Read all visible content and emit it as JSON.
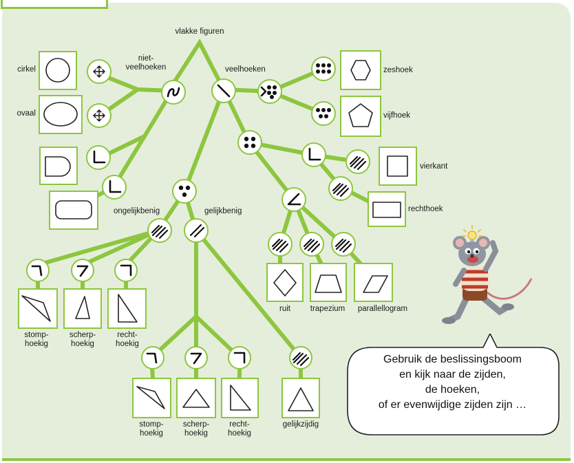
{
  "labels": {
    "root": "vlakke figuren",
    "niet_veelhoeken": "niet-\nveelhoeken",
    "veelhoeken": "veelhoeken",
    "cirkel": "cirkel",
    "ovaal": "ovaal",
    "zeshoek": "zeshoek",
    "vijfhoek": "vijfhoek",
    "vierkant": "vierkant",
    "rechthoek": "rechthoek",
    "ongelijkbenig": "ongelijkbenig",
    "gelijkbenig": "gelijkbenig",
    "ruit": "ruit",
    "trapezium": "trapezium",
    "parallellogram": "parallellogram",
    "stomp_1": "stomp-\nhoekig",
    "scherp_1": "scherp-\nhoekig",
    "recht_1": "recht-\nhoekig",
    "stomp_2": "stomp-\nhoekig",
    "scherp_2": "scherp-\nhoekig",
    "recht_2": "recht-\nhoekig",
    "gelijkzijdig": "gelijkzijdig"
  },
  "bubble": {
    "text": "Gebruik de beslissingsboom\nen kijk naar de zijden,\nde hoeken,\nof er evenwijdige zijden zijn …"
  },
  "colors": {
    "branch": "#8dc63f",
    "panel": "#e5eedb",
    "node_stroke": "#8dc63f",
    "box_stroke": "#8dc63f"
  },
  "icons": [
    "curve-icon",
    "straight-line-icon",
    "cross-arrows-icon",
    "dots-icon",
    "right-angle-icon",
    "obtuse-angle-icon",
    "acute-angle-icon",
    "parallel-lines-icon",
    "mouse-mascot-icon"
  ]
}
